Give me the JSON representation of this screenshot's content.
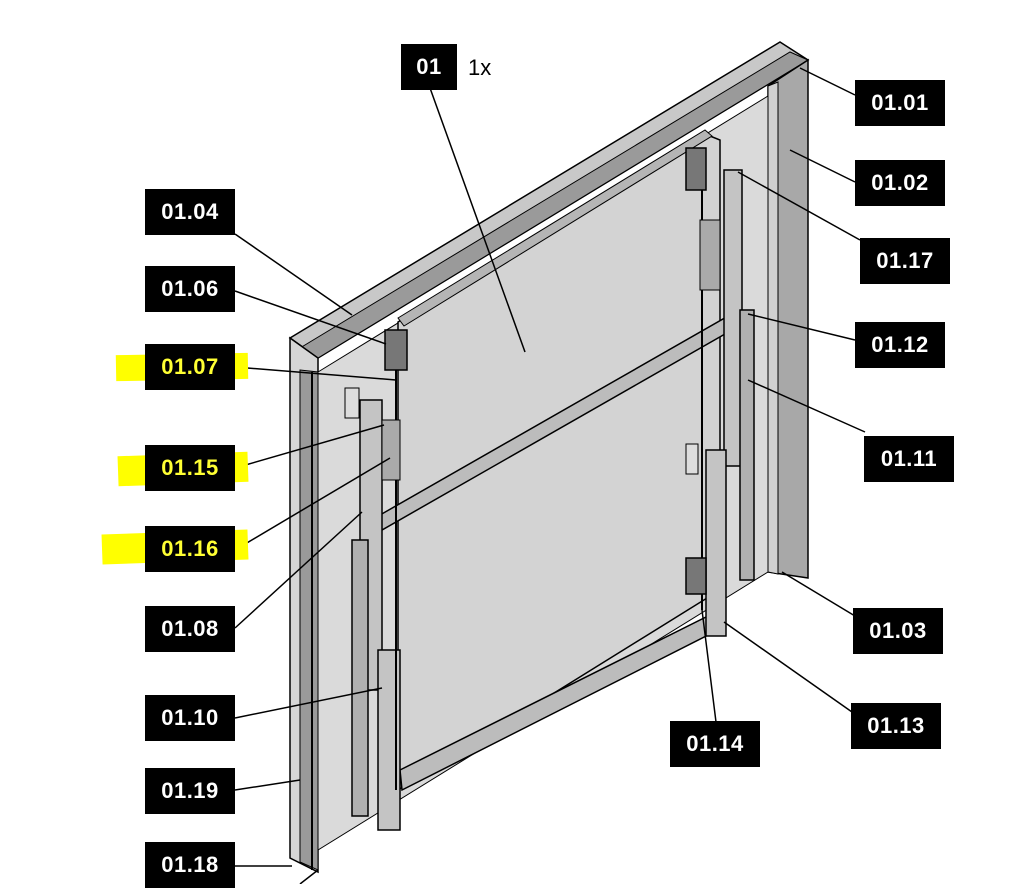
{
  "diagram": {
    "type": "exploded-parts-callout",
    "subject": "frame / panel assembly",
    "assembly": {
      "label": "01",
      "quantity": "1x"
    },
    "highlight_color": "#ffff00",
    "labels": {
      "p0101": "01.01",
      "p0102": "01.02",
      "p0103": "01.03",
      "p0104": "01.04",
      "p0106": "01.06",
      "p0107": "01.07",
      "p0108": "01.08",
      "p0110": "01.10",
      "p0111": "01.11",
      "p0112": "01.12",
      "p0113": "01.13",
      "p0114": "01.14",
      "p0115": "01.15",
      "p0116": "01.16",
      "p0117": "01.17",
      "p0118": "01.18",
      "p0119": "01.19"
    },
    "highlighted_parts": [
      "01.07",
      "01.15",
      "01.16"
    ]
  }
}
